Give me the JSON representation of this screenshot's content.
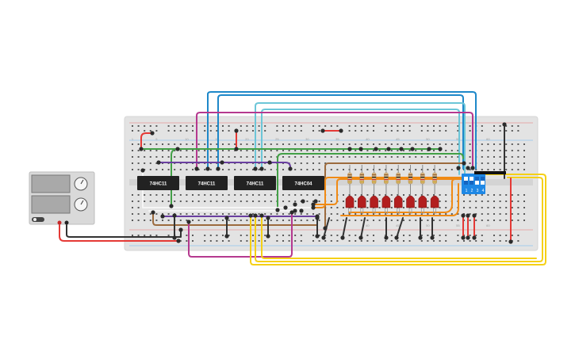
{
  "breadboard": {
    "column_numbers": [
      "1",
      "5",
      "10",
      "15",
      "20",
      "25",
      "30",
      "35",
      "40",
      "45",
      "50",
      "55",
      "60"
    ],
    "lower_column_numbers": [
      "40",
      "45",
      "50",
      "55",
      "60"
    ]
  },
  "power_supply": {
    "display_1": "",
    "display_2": "",
    "power_switch_state": "on"
  },
  "chips": [
    {
      "label": "74HC11"
    },
    {
      "label": "74HC11"
    },
    {
      "label": "74HC11"
    },
    {
      "label": "74HC04"
    }
  ],
  "dip_switch": {
    "positions": [
      "1",
      "2",
      "3",
      "4"
    ],
    "states": [
      true,
      true,
      false,
      false
    ]
  },
  "leds": {
    "count": 8,
    "color": "#b21f1f"
  },
  "resistors": {
    "count": 8
  },
  "colors": {
    "board": "#e3e3e3",
    "chip": "#222222",
    "dip": "#1e88e5",
    "wire_red": "#e53935",
    "wire_black": "#333333",
    "wire_green": "#43a047",
    "wire_blue": "#1e88c9",
    "wire_cyan": "#6cc6d8",
    "wire_magenta": "#b5398f",
    "wire_purple": "#6a3fa0",
    "wire_brown": "#9c6b3e",
    "wire_orange": "#f08a14",
    "wire_yellow": "#f5d016",
    "wire_white": "#f5f5f5"
  }
}
